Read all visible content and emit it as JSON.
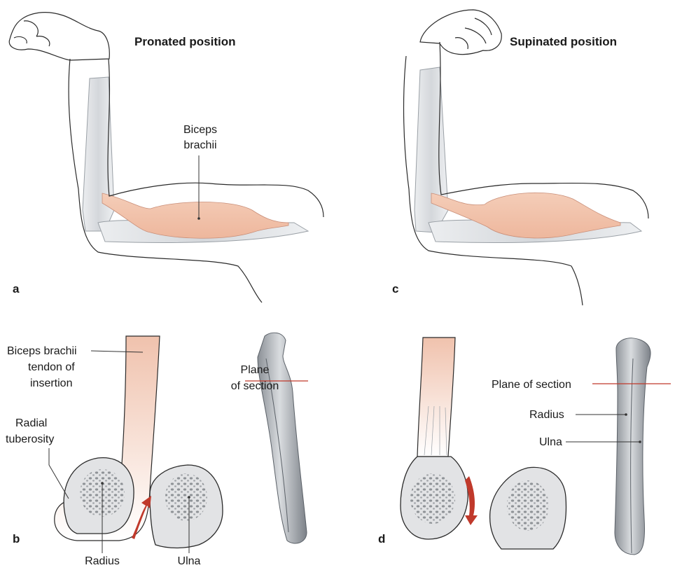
{
  "panel_a": {
    "title": "Pronated position",
    "muscle_label_line1": "Biceps",
    "muscle_label_line2": "brachii",
    "panel_letter": "a"
  },
  "panel_c": {
    "title": "Supinated position",
    "panel_letter": "c"
  },
  "panel_b": {
    "tendon_label_line1": "Biceps brachii",
    "tendon_label_line2": "tendon of",
    "tendon_label_line3": "insertion",
    "plane_label_line1": "Plane",
    "plane_label_line2": "of section",
    "tuberosity_label_line1": "Radial",
    "tuberosity_label_line2": "tuberosity",
    "radius_label": "Radius",
    "ulna_label": "Ulna",
    "panel_letter": "b"
  },
  "panel_d": {
    "plane_label": "Plane of section",
    "radius_label": "Radius",
    "ulna_label": "Ulna",
    "panel_letter": "d"
  },
  "colors": {
    "muscle": "#f2c3ad",
    "plane_line": "#c0392b",
    "rotation_arrow": "#c0392b",
    "bone": "#d7dadd"
  }
}
